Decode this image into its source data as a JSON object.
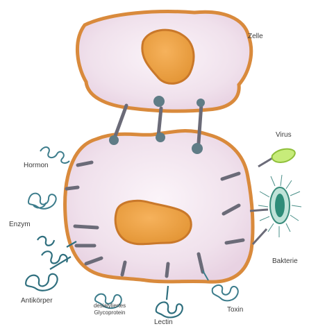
{
  "labels": {
    "zelle": "Zelle",
    "virus": "Virus",
    "hormon": "Hormon",
    "enzym": "Enzym",
    "bakterie": "Bakterie",
    "antikoerper": "Antikörper",
    "desialyliertes_line1": "desialyliertes",
    "desialyliertes_line2": "Glycoprotein",
    "lectin": "Lectin",
    "toxin": "Toxin"
  },
  "colors": {
    "cytoplasm": "#f1e4ee",
    "membrane": "#d98a3c",
    "nucleus": "#e9a04a",
    "nucleus_edge": "#c9782a",
    "receptor": "#6b6b78",
    "receptor_head": "#5f7c86",
    "ligand": "#3d7d8c",
    "virus": "#a6d64a",
    "bacterium": "#2e8c78"
  }
}
